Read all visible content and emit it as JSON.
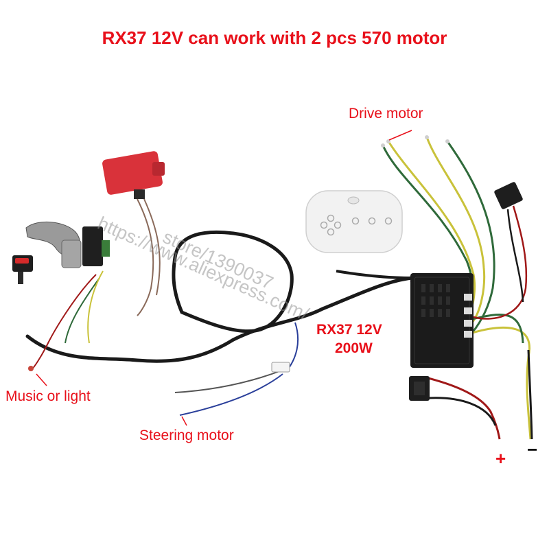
{
  "title": "RX37 12V can work with 2 pcs 570 motor",
  "labels": {
    "drive_motor": "Drive motor",
    "controller_line1": "RX37 12V",
    "controller_line2": "200W",
    "music_or_light": "Music or light",
    "steering_motor": "Steering motor",
    "positive_terminal": "+",
    "negative_terminal": "−"
  },
  "watermark": {
    "line1": "https://www.aliexpress.com/",
    "line2": "store/1390037"
  },
  "colors": {
    "label_red": "#e8101a",
    "label_black": "#111111",
    "wire_black": "#1a1a1a",
    "wire_yellow": "#c9c23a",
    "wire_green": "#2f6a3a",
    "wire_red": "#a01818",
    "wire_blue": "#2a3f9a",
    "controller_body": "#1b1b1b",
    "remote_body": "#f2f2f2",
    "music_module": "#d9323a"
  },
  "icons": [
    "remote-control-icon",
    "controller-box-icon",
    "music-module-icon",
    "gear-shifter-icon",
    "power-switch-icon",
    "foot-pedal-switch-icon",
    "connector-plug-icon"
  ]
}
